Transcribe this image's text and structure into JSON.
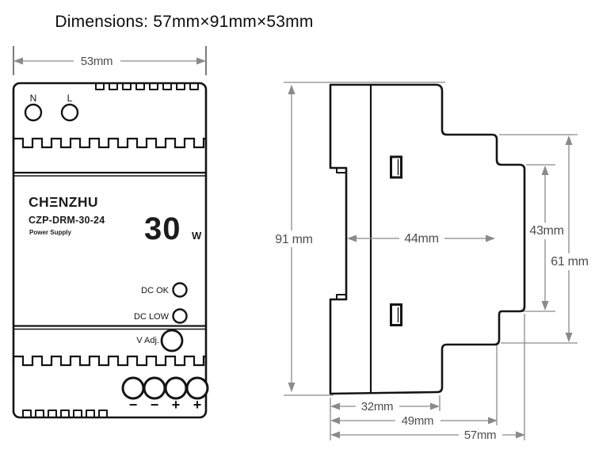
{
  "title": "Dimensions: 57mm×91mm×53mm",
  "front_view": {
    "dim_width": "53mm",
    "terminal_n": "N",
    "terminal_l": "L",
    "logo": "CHΞNZHU",
    "model": "CZP-DRM-30-24",
    "product_type": "Power Supply",
    "power_value": "30",
    "power_unit": "W",
    "led_dc_ok": "DC OK",
    "led_dc_low": "DC LOW",
    "adjust": "V Adj.",
    "terminal_signs": [
      "−",
      "−",
      "+",
      "+"
    ]
  },
  "side_view": {
    "dim_height": "91 mm",
    "dim_depth_body": "44mm",
    "dim_43": "43mm",
    "dim_61": "61 mm",
    "dim_32": "32mm",
    "dim_49": "49mm",
    "dim_57": "57mm"
  },
  "colors": {
    "outline": "#141414",
    "dim_line": "#8a8a8a",
    "dim_text": "#4d4d4d",
    "background": "#ffffff"
  }
}
